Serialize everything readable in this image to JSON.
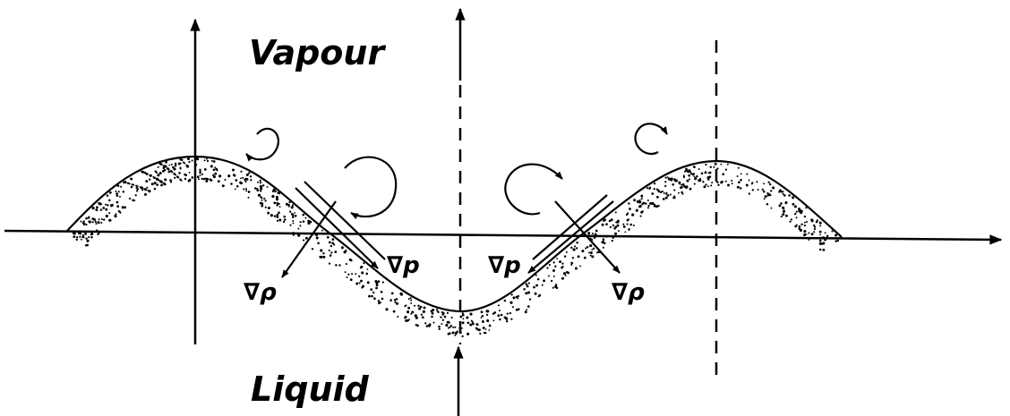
{
  "labels": {
    "vapour": "Vapour",
    "liquid": "Liquid",
    "grad_p": "∇p",
    "grad_rho": "∇ρ"
  }
}
